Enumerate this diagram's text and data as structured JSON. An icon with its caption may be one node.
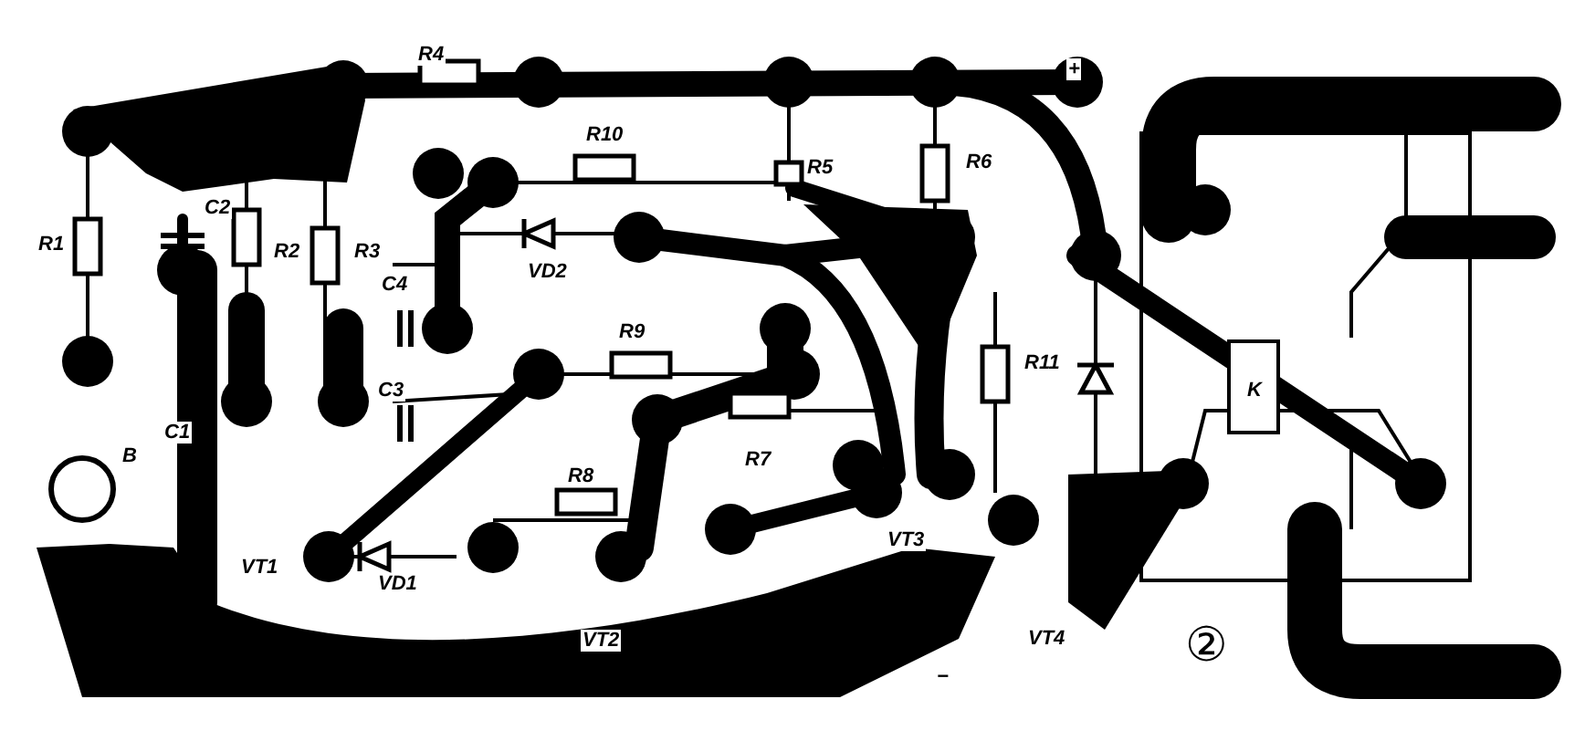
{
  "diagram": {
    "labels": [
      "R4",
      "+",
      "C2",
      "R1",
      "R2",
      "R3",
      "R10",
      "R5",
      "R6",
      "C4",
      "VD2",
      "R9",
      "R11",
      "C3",
      "C1",
      "B",
      "R7",
      "K",
      "R8",
      "VT3",
      "VT1",
      "VD1",
      "VT2",
      "VT4",
      "−",
      "②"
    ]
  }
}
